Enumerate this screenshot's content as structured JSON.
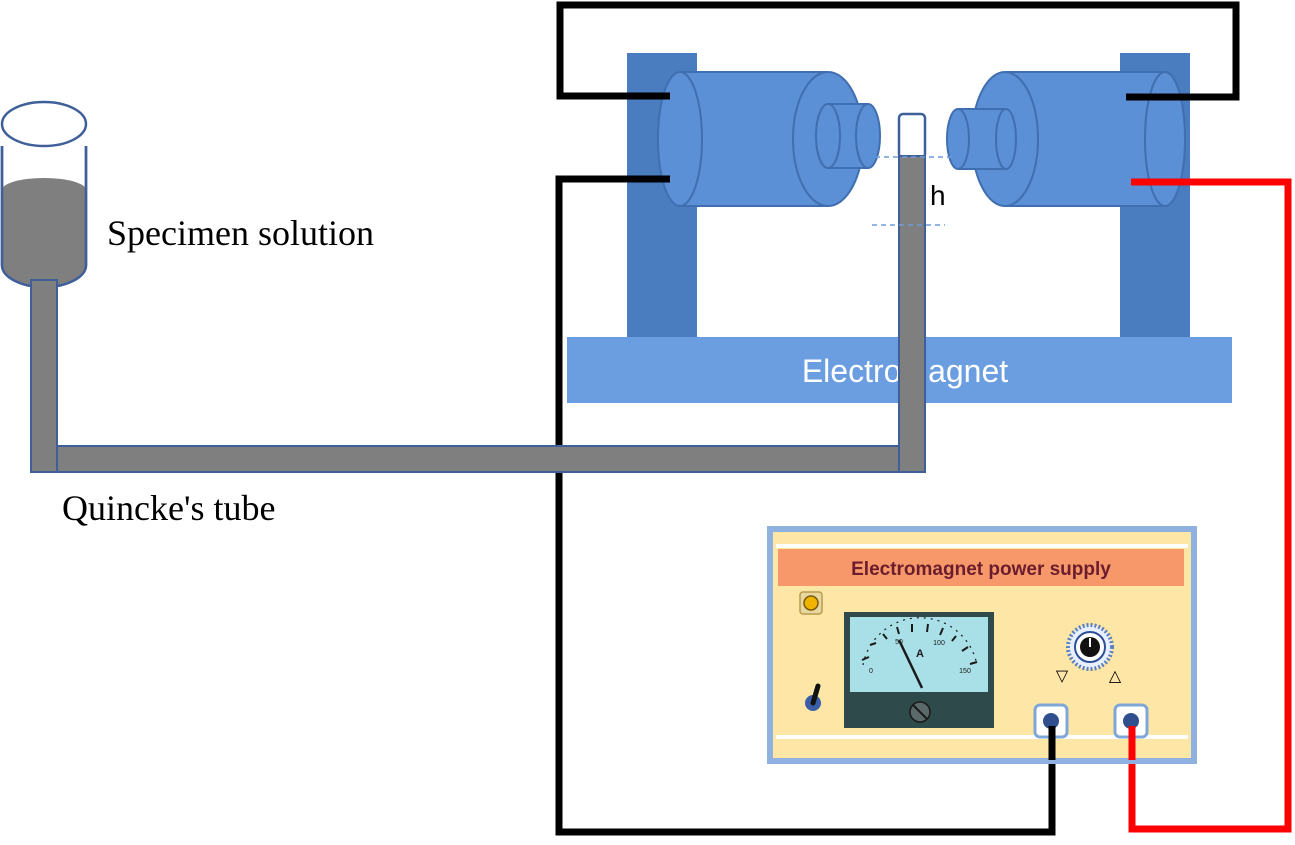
{
  "labels": {
    "specimen_solution": "Specimen solution",
    "quinckes_tube": "Quincke's tube",
    "electromagnet": "Electromagnet",
    "height_marker": "h"
  },
  "power_supply": {
    "title": "Electromagnet power supply",
    "ammeter_unit": "A",
    "ammeter_scale": [
      "0",
      "50",
      "100",
      "150"
    ],
    "decrease_symbol": "▽",
    "increase_symbol": "△"
  },
  "colors": {
    "magnet_blue": "#5b8fd6",
    "magnet_dark": "#4a7cc0",
    "base_blue": "#6a9ee0",
    "tube_gray": "#7f7f7f",
    "tube_outline": "#3f5f9a",
    "wire_black": "#000000",
    "wire_red": "#ff0000",
    "panel_fill": "#fde6a6",
    "panel_border": "#8fb1e0",
    "title_bar": "#f7986a",
    "title_text": "#6b1d2e",
    "meter_face": "#a9dfe6"
  }
}
